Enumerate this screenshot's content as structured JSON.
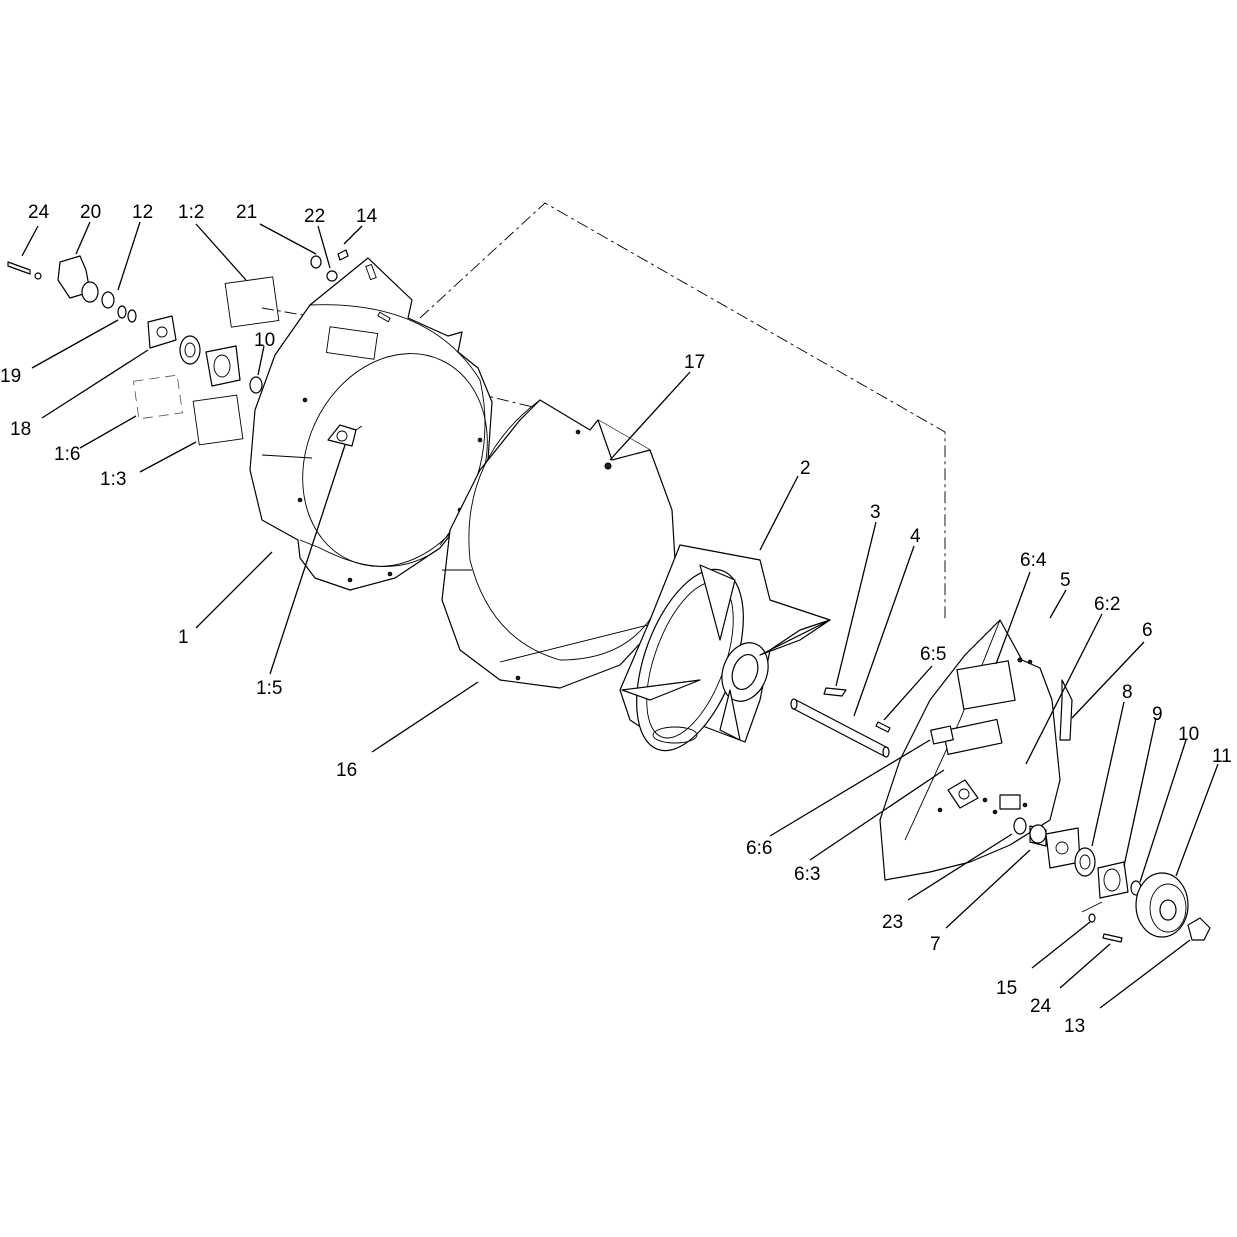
{
  "callouts": [
    {
      "id": "c-24a",
      "text": "24"
    },
    {
      "id": "c-20",
      "text": "20"
    },
    {
      "id": "c-12",
      "text": "12"
    },
    {
      "id": "c-1-2",
      "text": "1:2"
    },
    {
      "id": "c-21",
      "text": "21"
    },
    {
      "id": "c-22",
      "text": "22"
    },
    {
      "id": "c-14",
      "text": "14"
    },
    {
      "id": "c-17",
      "text": "17"
    },
    {
      "id": "c-10a",
      "text": "10"
    },
    {
      "id": "c-19",
      "text": "19"
    },
    {
      "id": "c-18",
      "text": "18"
    },
    {
      "id": "c-1-6",
      "text": "1:6"
    },
    {
      "id": "c-1-3",
      "text": "1:3"
    },
    {
      "id": "c-2",
      "text": "2"
    },
    {
      "id": "c-1",
      "text": "1"
    },
    {
      "id": "c-1-5",
      "text": "1:5"
    },
    {
      "id": "c-16",
      "text": "16"
    },
    {
      "id": "c-3",
      "text": "3"
    },
    {
      "id": "c-4",
      "text": "4"
    },
    {
      "id": "c-6-4",
      "text": "6:4"
    },
    {
      "id": "c-5",
      "text": "5"
    },
    {
      "id": "c-6-2",
      "text": "6:2"
    },
    {
      "id": "c-6-5",
      "text": "6:5"
    },
    {
      "id": "c-6",
      "text": "6"
    },
    {
      "id": "c-8",
      "text": "8"
    },
    {
      "id": "c-9",
      "text": "9"
    },
    {
      "id": "c-10b",
      "text": "10"
    },
    {
      "id": "c-11",
      "text": "11"
    },
    {
      "id": "c-6-6",
      "text": "6:6"
    },
    {
      "id": "c-6-3",
      "text": "6:3"
    },
    {
      "id": "c-23",
      "text": "23"
    },
    {
      "id": "c-7",
      "text": "7"
    },
    {
      "id": "c-15",
      "text": "15"
    },
    {
      "id": "c-24b",
      "text": "24"
    },
    {
      "id": "c-13",
      "text": "13"
    }
  ]
}
